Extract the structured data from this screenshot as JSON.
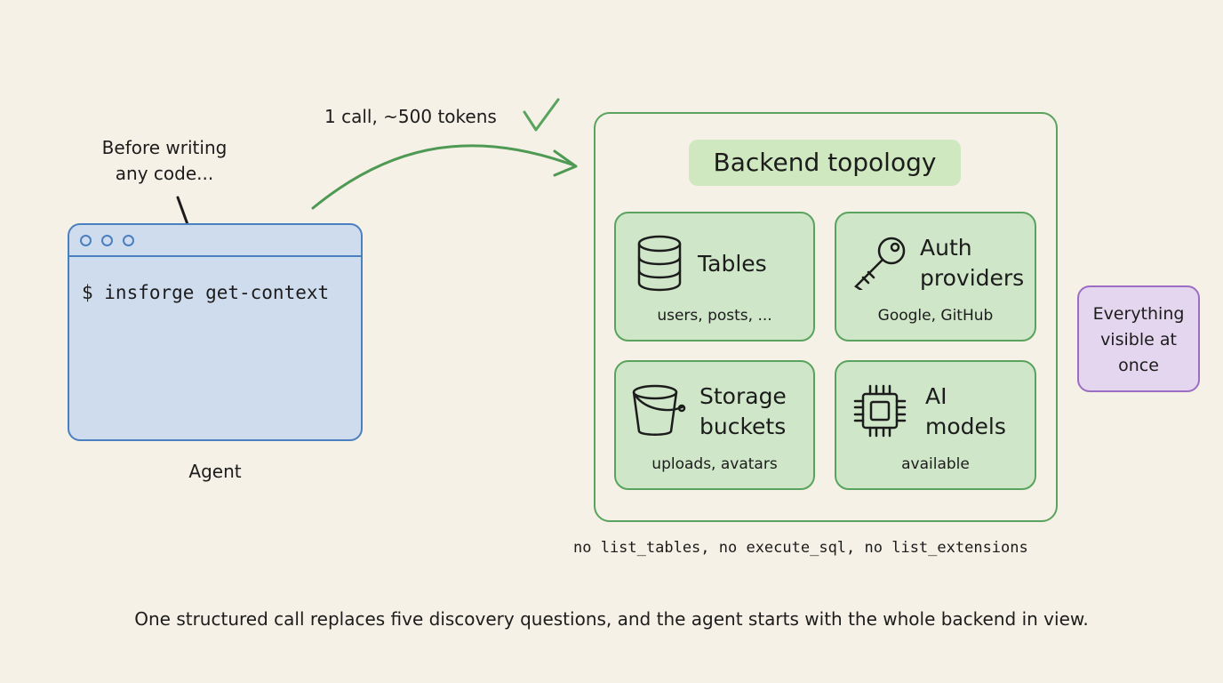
{
  "annotation": {
    "line1": "Before writing",
    "line2": "any code..."
  },
  "terminal": {
    "command": "$ insforge get-context",
    "label": "Agent"
  },
  "arrow_label": "1 call, ~500 tokens",
  "topology": {
    "title": "Backend topology",
    "cards": [
      {
        "title_line1": "Tables",
        "title_line2": "",
        "subtitle": "users, posts, ...",
        "icon": "database-icon"
      },
      {
        "title_line1": "Auth",
        "title_line2": "providers",
        "subtitle": "Google, GitHub",
        "icon": "key-icon"
      },
      {
        "title_line1": "Storage",
        "title_line2": "buckets",
        "subtitle": "uploads, avatars",
        "icon": "bucket-icon"
      },
      {
        "title_line1": "AI",
        "title_line2": "models",
        "subtitle": "available",
        "icon": "chip-icon"
      }
    ]
  },
  "callout": {
    "line1": "Everything",
    "line2": "visible at",
    "line3": "once"
  },
  "footnote": "no list_tables, no execute_sql, no list_extensions",
  "caption": "One structured call replaces five discovery questions, and the agent starts with the whole backend in view.",
  "colors": {
    "background": "#f6f1e6",
    "terminal_stroke": "#4a7fc0",
    "terminal_fill": "#cfdcee",
    "green_stroke": "#5aa35e",
    "green_fill": "#cfe6c8",
    "title_highlight": "#cfe8bf",
    "purple_stroke": "#9b6ec4",
    "purple_fill": "#e4d6ef"
  }
}
